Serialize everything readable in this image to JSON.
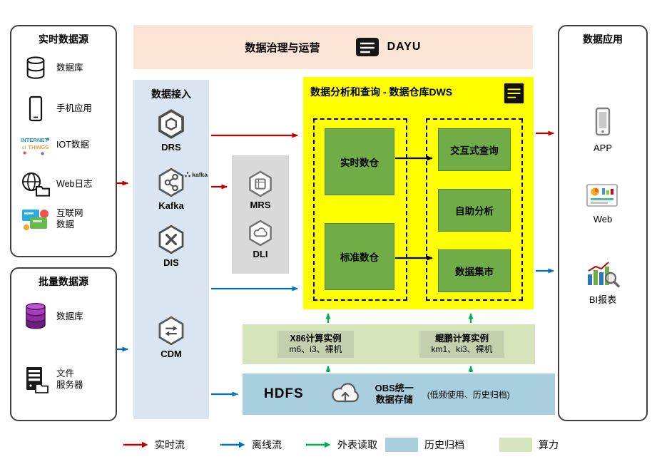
{
  "colors": {
    "realtime_flow": "#c00000",
    "offline_flow": "#0070c0",
    "external_table_read": "#00b050",
    "history_archive": "#a9cfdf",
    "compute_power": "#d6e4bc",
    "dws_background": "#ffff00",
    "warehouse_green": "#70ad47",
    "data_access_background": "#dbe5f1",
    "banner_background": "#fce4d6",
    "middleware_background": "#d9d9d9"
  },
  "banner": {
    "title": "数据治理与运营",
    "logo_text": "DAYU"
  },
  "realtime_sources": {
    "title": "实时数据源",
    "items": [
      {
        "label": "数据库",
        "icon": "database-icon"
      },
      {
        "label": "手机应用",
        "icon": "mobile-phone-icon"
      },
      {
        "label": "IOT数据",
        "icon": "iot-wordcloud-icon"
      },
      {
        "label": "Web日志",
        "icon": "web-log-icon"
      },
      {
        "label": "互联网\n数据",
        "icon": "internet-data-icon"
      }
    ]
  },
  "batch_sources": {
    "title": "批量数据源",
    "items": [
      {
        "label": "数据库",
        "icon": "purple-database-icon"
      },
      {
        "label": "文件\n服务器",
        "icon": "file-server-icon"
      }
    ]
  },
  "data_access": {
    "title": "数据接入",
    "items": [
      {
        "label": "DRS",
        "icon": "drs-hexagon-icon"
      },
      {
        "label": "Kafka",
        "icon": "kafka-hexagon-icon",
        "badge": "kafka"
      },
      {
        "label": "DIS",
        "icon": "dis-hexagon-icon"
      },
      {
        "label": "CDM",
        "icon": "cdm-hexagon-icon"
      }
    ]
  },
  "middleware": {
    "items": [
      {
        "label": "MRS",
        "icon": "mrs-hexagon-icon"
      },
      {
        "label": "DLI",
        "icon": "dli-hexagon-icon"
      }
    ]
  },
  "dws": {
    "title": "数据分析和查询 - 数据仓库DWS",
    "warehouses": [
      {
        "label": "实时数仓"
      },
      {
        "label": "标准数仓"
      }
    ],
    "services": [
      {
        "label": "交互式查询"
      },
      {
        "label": "自助分析"
      },
      {
        "label": "数据集市"
      }
    ]
  },
  "compute": {
    "groups": [
      {
        "title": "X86计算实例",
        "subtitle": "m6、i3、裸机"
      },
      {
        "title": "鲲鹏计算实例",
        "subtitle": "km1、ki3、裸机"
      }
    ]
  },
  "storage": {
    "hdfs_label": "HDFS",
    "obs_label": "OBS统一\n数据存储",
    "obs_note": "(低频使用、历史归档)"
  },
  "applications": {
    "title": "数据应用",
    "items": [
      {
        "label": "APP",
        "icon": "app-phone-icon"
      },
      {
        "label": "Web",
        "icon": "web-dashboard-icon"
      },
      {
        "label": "BI报表",
        "icon": "bi-report-icon"
      }
    ]
  },
  "legend": {
    "items": [
      {
        "label": "实时流",
        "type": "arrow",
        "color": "#c00000"
      },
      {
        "label": "离线流",
        "type": "arrow",
        "color": "#0070c0"
      },
      {
        "label": "外表读取",
        "type": "arrow",
        "color": "#00b050"
      },
      {
        "label": "历史归档",
        "type": "swatch",
        "color": "#a9cfdf"
      },
      {
        "label": "算力",
        "type": "swatch",
        "color": "#d6e4bc"
      }
    ]
  },
  "iot_words": [
    "INTERNET",
    "of",
    "THINGS"
  ]
}
